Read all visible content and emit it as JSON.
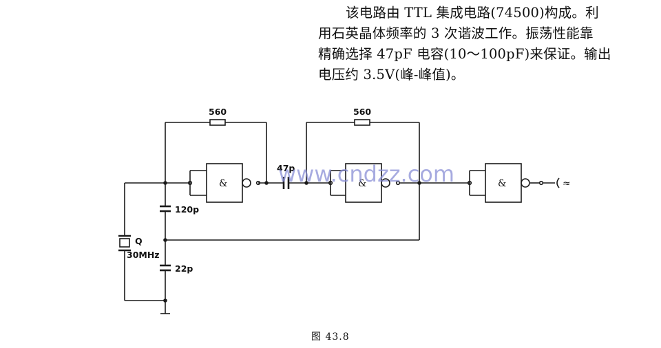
{
  "description": {
    "lines": [
      "该电路由 TTL 集成电路(74500)构成。利",
      "用石英晶体频率的 3 次谐波工作。振荡性能靠",
      "精确选择 47pF 电容(10～100pF)来保证。输出",
      "电压约 3.5V(峰-峰值)。"
    ]
  },
  "circuit": {
    "resistor1_label": "560",
    "resistor2_label": "560",
    "coupling_cap_label": "47p",
    "cap_upper_label": "120p",
    "cap_lower_label": "22p",
    "crystal_label": "Q",
    "crystal_freq": "30MHz",
    "gate_symbol": "&",
    "output_symbol": "≈",
    "watermark": "www.cndzz.com"
  },
  "caption": "图 43.8"
}
